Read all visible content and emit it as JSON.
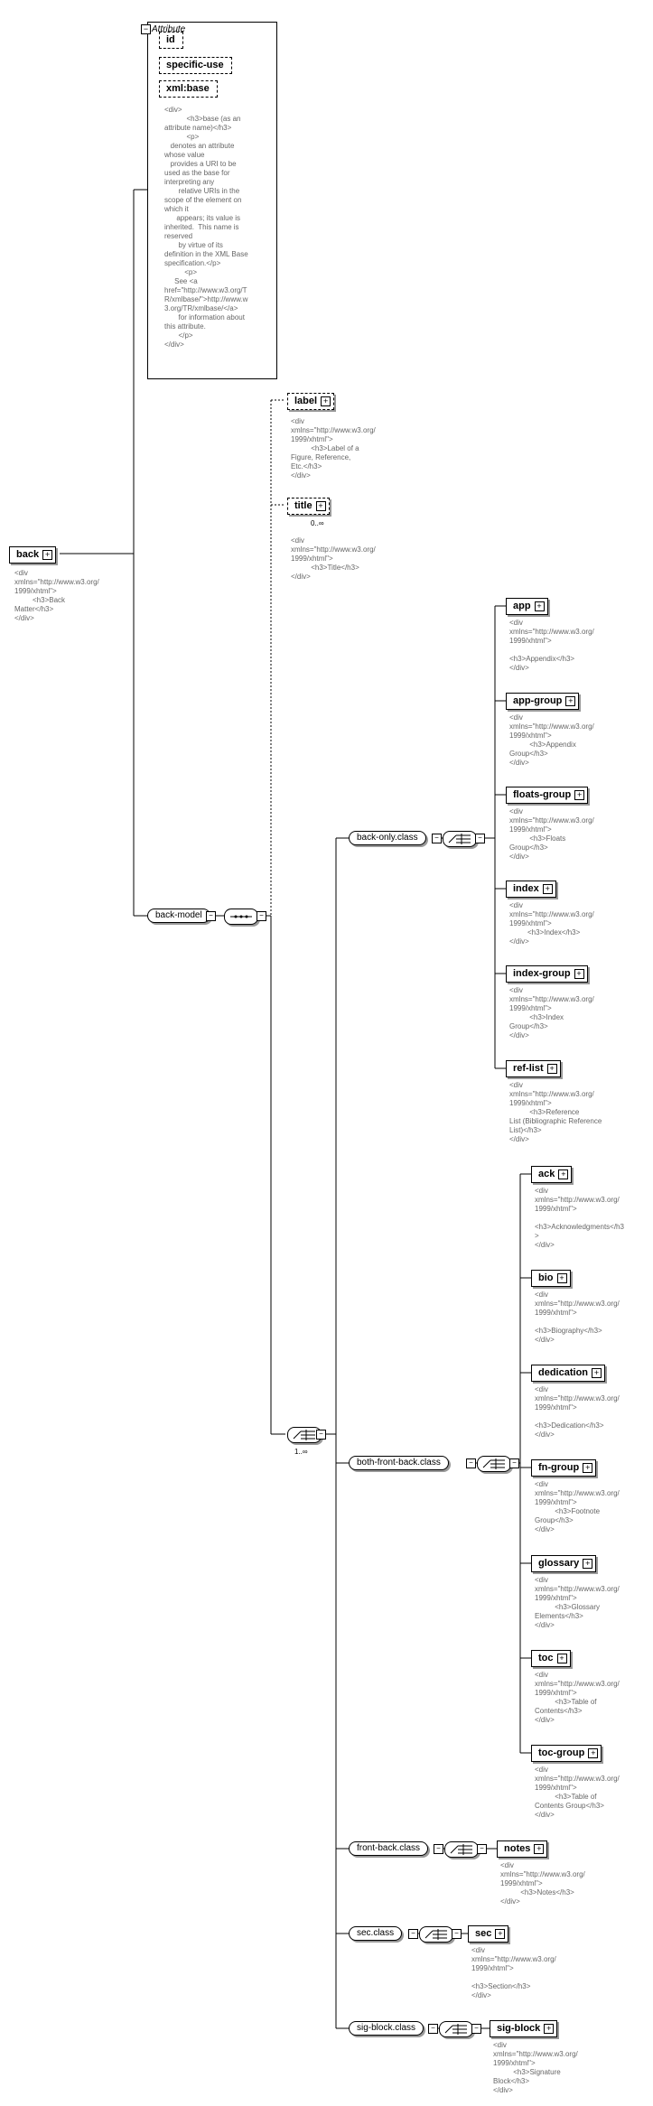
{
  "attribute_panel": {
    "title": "Attribute",
    "attributes": [
      "id",
      "specific-use",
      "xml:base"
    ],
    "doc": "<div>\n           <h3>base (as an\nattribute name)</h3>\n           <p>\n   denotes an attribute\nwhose value\n   provides a URI to be\nused as the base for\ninterpreting any\n       relative URIs in the\nscope of the element on\nwhich it\n      appears; its value is\ninherited.  This name is\nreserved\n       by virtue of its\ndefinition in the XML Base\nspecification.</p>\n          <p>\n     See <a\nhref=\"http://www.w3.org/T\nR/xmlbase/\">http://www.w\n3.org/TR/xmlbase/</a>\n       for information about\nthis attribute.\n       </p>\n</div>"
  },
  "root": {
    "name": "back",
    "doc": "<div\nxmlns=\"http://www.w3.org/\n1999/xhtml\">\n         <h3>Back\nMatter</h3>\n</div>"
  },
  "back_model": {
    "name": "back-model"
  },
  "label": {
    "name": "label",
    "doc": "<div\nxmlns=\"http://www.w3.org/\n1999/xhtml\">\n          <h3>Label of a\nFigure, Reference,\nEtc.</h3>\n</div>"
  },
  "title": {
    "name": "title",
    "cardinality": "0..∞",
    "doc": "<div\nxmlns=\"http://www.w3.org/\n1999/xhtml\">\n          <h3>Title</h3>\n</div>"
  },
  "choice_cardinality": "1..∞",
  "classes": [
    {
      "name": "back-only.class",
      "elements": [
        {
          "name": "app",
          "doc": "<div\nxmlns=\"http://www.w3.org/\n1999/xhtml\">\n\n<h3>Appendix</h3>\n</div>"
        },
        {
          "name": "app-group",
          "doc": "<div\nxmlns=\"http://www.w3.org/\n1999/xhtml\">\n          <h3>Appendix\nGroup</h3>\n</div>"
        },
        {
          "name": "floats-group",
          "doc": "<div\nxmlns=\"http://www.w3.org/\n1999/xhtml\">\n          <h3>Floats\nGroup</h3>\n</div>"
        },
        {
          "name": "index",
          "doc": "<div\nxmlns=\"http://www.w3.org/\n1999/xhtml\">\n         <h3>Index</h3>\n</div>"
        },
        {
          "name": "index-group",
          "doc": "<div\nxmlns=\"http://www.w3.org/\n1999/xhtml\">\n          <h3>Index\nGroup</h3>\n</div>"
        },
        {
          "name": "ref-list",
          "doc": "<div\nxmlns=\"http://www.w3.org/\n1999/xhtml\">\n          <h3>Reference\nList (Bibliographic Reference\nList)</h3>\n</div>"
        }
      ]
    },
    {
      "name": "both-front-back.class",
      "elements": [
        {
          "name": "ack",
          "doc": "<div\nxmlns=\"http://www.w3.org/\n1999/xhtml\">\n\n<h3>Acknowledgments</h3\n>\n</div>"
        },
        {
          "name": "bio",
          "doc": "<div\nxmlns=\"http://www.w3.org/\n1999/xhtml\">\n\n<h3>Biography</h3>\n</div>"
        },
        {
          "name": "dedication",
          "doc": "<div\nxmlns=\"http://www.w3.org/\n1999/xhtml\">\n\n<h3>Dedication</h3>\n</div>"
        },
        {
          "name": "fn-group",
          "doc": "<div\nxmlns=\"http://www.w3.org/\n1999/xhtml\">\n          <h3>Footnote\nGroup</h3>\n</div>"
        },
        {
          "name": "glossary",
          "doc": "<div\nxmlns=\"http://www.w3.org/\n1999/xhtml\">\n          <h3>Glossary\nElements</h3>\n</div>"
        },
        {
          "name": "toc",
          "doc": "<div\nxmlns=\"http://www.w3.org/\n1999/xhtml\">\n          <h3>Table of\nContents</h3>\n</div>"
        },
        {
          "name": "toc-group",
          "doc": "<div\nxmlns=\"http://www.w3.org/\n1999/xhtml\">\n          <h3>Table of\nContents Group</h3>\n</div>"
        }
      ]
    },
    {
      "name": "front-back.class",
      "elements": [
        {
          "name": "notes",
          "doc": "<div\nxmlns=\"http://www.w3.org/\n1999/xhtml\">\n          <h3>Notes</h3>\n</div>"
        }
      ]
    },
    {
      "name": "sec.class",
      "elements": [
        {
          "name": "sec",
          "doc": "<div\nxmlns=\"http://www.w3.org/\n1999/xhtml\">\n\n<h3>Section</h3>\n</div>"
        }
      ]
    },
    {
      "name": "sig-block.class",
      "elements": [
        {
          "name": "sig-block",
          "doc": "<div\nxmlns=\"http://www.w3.org/\n1999/xhtml\">\n          <h3>Signature\nBlock</h3>\n</div>"
        }
      ]
    }
  ]
}
